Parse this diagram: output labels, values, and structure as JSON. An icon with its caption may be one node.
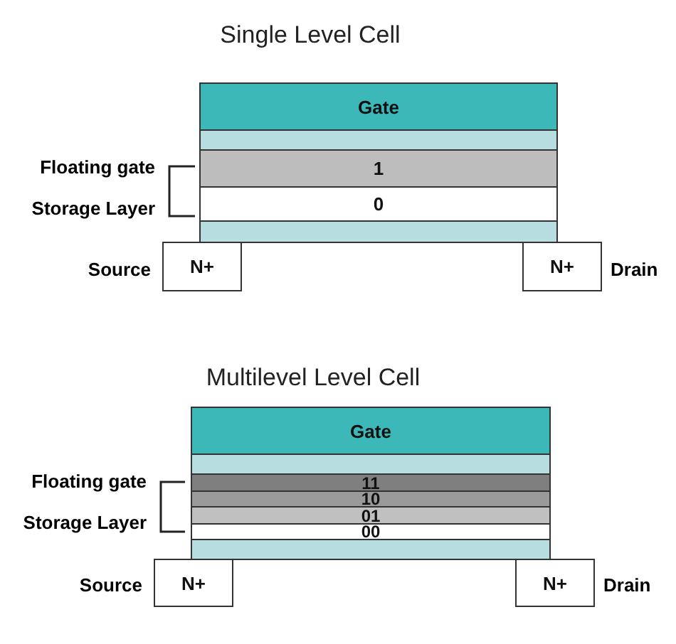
{
  "diagram": {
    "nodes": [
      {
        "text": [
          "Gate"
        ]
      },
      {
        "text": [],
        "shape": "bar"
      },
      {
        "text": [
          "1"
        ]
      },
      {
        "text": [
          "0"
        ]
      },
      {
        "text": [],
        "shape": "bar"
      },
      {
        "text": [
          "N+"
        ],
        "beside": [
          "Source"
        ]
      },
      {
        "text": [
          "N+"
        ],
        "beside": [
          "Drain"
        ]
      },
      {
        "text": [
          "Gate"
        ]
      },
      {
        "text": [],
        "shape": "bar"
      },
      {
        "text": [
          "11"
        ]
      },
      {
        "text": [
          "10"
        ]
      },
      {
        "text": [
          "01"
        ]
      },
      {
        "text": [
          "00"
        ]
      },
      {
        "text": [],
        "shape": "bar"
      },
      {
        "text": [
          "N+"
        ],
        "beside": [
          "Source"
        ]
      },
      {
        "text": [
          "N+"
        ],
        "beside": [
          "Drain"
        ]
      }
    ],
    "labels": [
      "Single Level Cell",
      "Floating gate",
      "Storage Layer",
      "Multilevel Level Cell",
      "Floating gate",
      "Storage Layer"
    ]
  }
}
